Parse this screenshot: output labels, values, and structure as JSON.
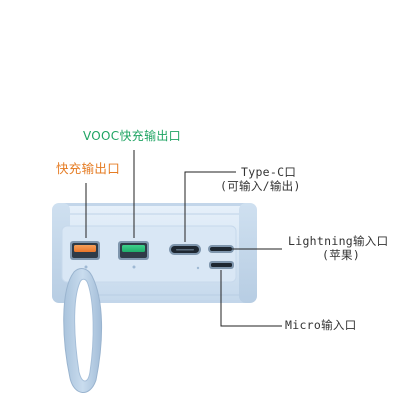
{
  "labels": {
    "vooc_port": "VOOC快充输出口",
    "fast_charge_port": "快充输出口",
    "typec_port": "Type-C口",
    "typec_port_note": "(可输入/输出)",
    "lightning_port": "Lightning输入口",
    "lightning_port_note": "(苹果)",
    "micro_port": "Micro输入口"
  },
  "colors": {
    "vooc_label": "#1fa463",
    "fast_label": "#e57c24",
    "body": "#d7e6f4",
    "port_orange": "#f08a3c",
    "port_green": "#2cbd7a"
  }
}
